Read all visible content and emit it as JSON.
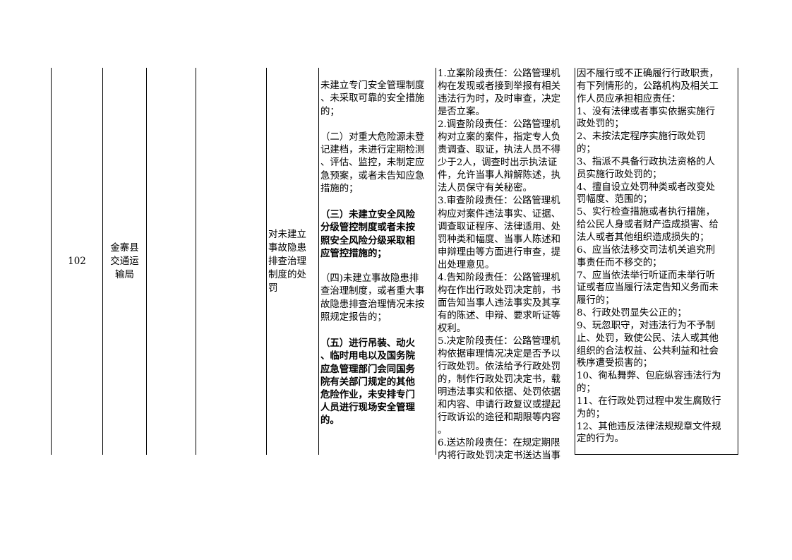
{
  "row": {
    "number": "102",
    "department": "金寨县\n交通运\n输局",
    "item_name": "对未建立\n事故隐患\n排查治理\n制度的处\n罚",
    "violations": [
      {
        "text": "未建立专门安全管理制度\n、未采取可靠的安全措施\n的；",
        "bold": false
      },
      {
        "text": "（二）对重大危险源未登\n记建档，未进行定期检测\n、评估、监控，未制定应\n急预案，或者未告知应急\n措施的；",
        "bold": false
      },
      {
        "text": "（三）未建立安全风险\n分级管控制度或者未按\n照安全风险分级采取相\n应管控措施的；",
        "bold": true
      },
      {
        "text": "（四)未建立事故隐患排\n查治理制度，或者重大事\n故隐患排查治理情况未按\n照规定报告的；",
        "bold": false
      },
      {
        "text": "（五）进行吊装、动火\n、临时用电以及国务院\n应急管理部门会同国务\n院有关部门规定的其他\n危险作业，未安排专门\n人员进行现场安全管理\n的。",
        "bold": true
      }
    ],
    "responsibilities": "1.立案阶段责任：公路管理机\n构在发现或者接到举报有相关\n违法行为时，及时审查，决定\n是否立案。\n2.调查阶段责任：公路管理机\n构对立案的案件，指定专人负\n责调查、取证，执法人员不得\n少于2人，调查时出示执法证\n件，允许当事人辩解陈述，执\n法人员保守有关秘密。\n3.审查阶段责任：公路管理机\n构应对案件违法事实、证据、\n调查取证程序、法律适用、处\n罚种类和幅度、当事人陈述和\n申辩理由等方面进行审查，提\n出处理意见。\n4.告知阶段责任：公路管理机\n构在作出行政处罚决定前，书\n面告知当事人违法事实及其享\n有的陈述、申辩、要求听证等\n权利。\n5.决定阶段责任：公路管理机\n构依据审理情况决定是否予以\n行政处罚。依法给予行政处罚\n的，制作行政处罚决定书，载\n明违法事实和依据、处罚依据\n和内容、申请行政复议或提起\n行政诉讼的途径和期限等内容\n。\n6.送达阶段责任：在规定期限\n内将行政处罚决定书送达当事",
    "accountability": "因不履行或不正确履行行政职责，\n有下列情形的，公路机构及相关工\n作人员应承担相应责任：\n1、没有法律或者事实依据实施行\n政处罚的；\n2、未按法定程序实施行政处罚\n的；\n3、指派不具备行政执法资格的人\n员实施行政处罚的；\n4、擅自设立处罚种类或者改变处\n罚幅度、范围的；\n5、实行检查措施或者执行措施，\n给公民人身或者财产造成损害、给\n法人或者其他组织造成损失的；\n6、应当依法移交司法机关追究刑\n事责任而不移交的；\n7、应当依法举行听证而未举行听\n证或者应当履行法定告知义务而未\n履行的；\n8、行政处罚显失公正的；\n9、玩忽职守，对违法行为不予制\n止、处罚，致使公民、法人或其他\n组织的合法权益、公共利益和社会\n秩序遭受损害的；\n10、徇私舞弊、包庇纵容违法行为\n的；\n11、在行政处罚过程中发生腐败行\n为的；\n12、其他违反法律法规规章文件规\n定的行为。"
  }
}
